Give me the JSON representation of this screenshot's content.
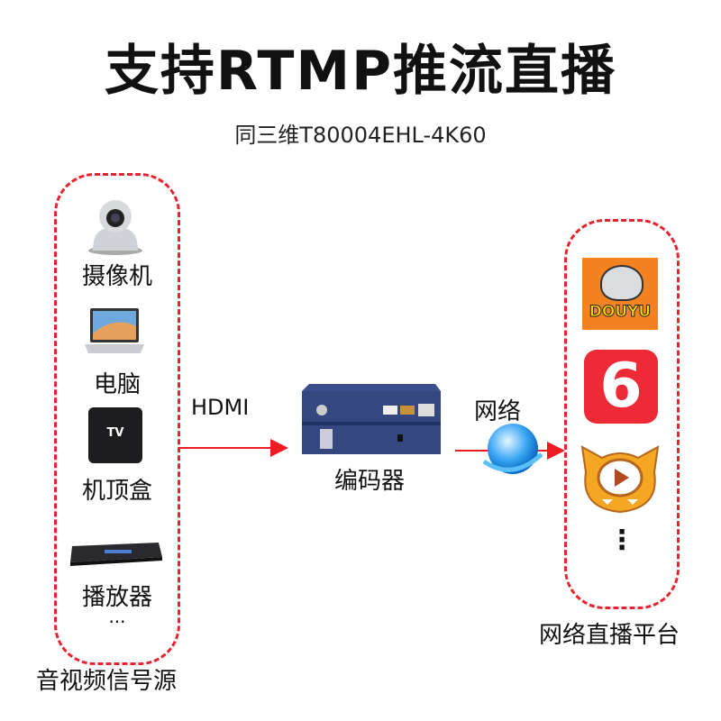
{
  "title": "支持RTMP推流直播",
  "subtitle": "同三维T80004EHL-4K60",
  "sources": {
    "group_label": "音视频信号源",
    "items": [
      {
        "label": "摄像机",
        "icon": "ptz-camera-icon"
      },
      {
        "label": "电脑",
        "icon": "laptop-icon"
      },
      {
        "label": "机顶盒",
        "icon": "set-top-box-icon",
        "icon_text": "TV"
      },
      {
        "label": "播放器",
        "icon": "media-player-icon"
      }
    ],
    "more": "..."
  },
  "link_left": "HDMI",
  "encoder": {
    "label": "编码器",
    "icon": "encoder-device-icon"
  },
  "link_right": "网络",
  "platforms": {
    "group_label": "网络直播平台",
    "items": [
      {
        "name": "DOUYU",
        "icon": "douyu-logo-icon",
        "color": "#f58220"
      },
      {
        "name": "6",
        "icon": "six-rooms-logo-icon",
        "color": "#ee2a36"
      },
      {
        "name": "huya",
        "icon": "huya-logo-icon",
        "color": "#f5a623"
      }
    ],
    "more": "⋮"
  },
  "colors": {
    "accent": "#e8232f"
  }
}
